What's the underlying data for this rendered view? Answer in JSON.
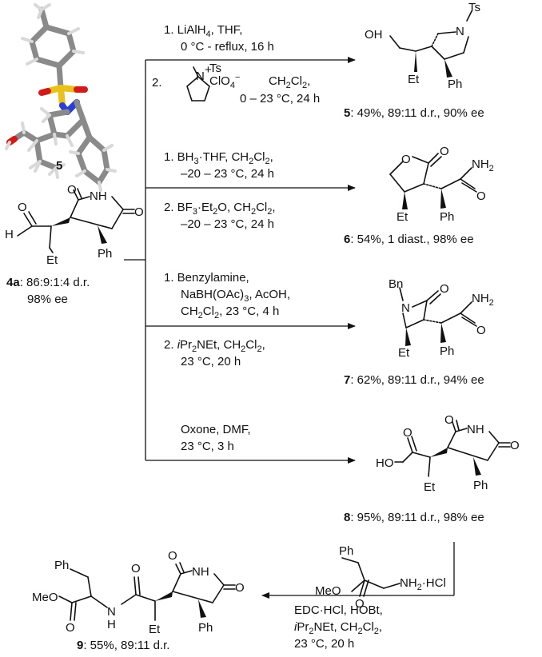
{
  "substrate": {
    "compound": "4a",
    "dr": ": 86:9:1:4 d.r.",
    "ee": "98% ee",
    "atoms": {
      "h": "H",
      "o_aldehyde": "O",
      "o_imide_top": "O",
      "nh": "NH",
      "o_imide_right": "O",
      "et": "Et",
      "ph": "Ph"
    }
  },
  "xray": {
    "label": "5"
  },
  "routes": [
    {
      "conditions_above": [
        "1. LiAlH",
        "4",
        ", THF,",
        "0 °C - reflux, 16 h"
      ],
      "conditions_below": [
        "2.",
        "N",
        "+",
        "Ts",
        "ClO",
        "4",
        "−",
        "CH",
        "2",
        "Cl",
        "2",
        ",",
        "0 – 23 °C, 24 h"
      ],
      "product": {
        "compound": "5",
        "result": ": 49%, 89:11 d.r., 90% ee",
        "atoms": {
          "oh": "OH",
          "n": "N",
          "ts": "Ts",
          "et": "Et",
          "ph": "Ph"
        }
      }
    },
    {
      "conditions_above": [
        "1. BH",
        "3",
        "·THF, CH",
        "2",
        "Cl",
        "2",
        ",",
        "–20 – 23 °C, 24 h"
      ],
      "conditions_below": [
        "2. BF",
        "3",
        "·Et",
        "2",
        "O, CH",
        "2",
        "Cl",
        "2",
        ",",
        "–20 – 23 °C, 24 h"
      ],
      "product": {
        "compound": "6",
        "result": ": 54%, 1 diast., 98% ee",
        "atoms": {
          "o_ring": "O",
          "o_carbonyl": "O",
          "nh2": "NH",
          "nh2_sub": "2",
          "o_amide": "O",
          "et": "Et",
          "ph": "Ph"
        }
      }
    },
    {
      "conditions_above": [
        "1. Benzylamine,",
        "NaBH(OAc)",
        "3",
        ", AcOH,",
        "CH",
        "2",
        "Cl",
        "2",
        ", 23 °C, 4 h"
      ],
      "conditions_below": [
        "2.",
        "i",
        "Pr",
        "2",
        "NEt, CH",
        "2",
        "Cl",
        "2",
        ",",
        "23 °C, 20 h"
      ],
      "product": {
        "compound": "7",
        "result": ": 62%, 89:11 d.r., 94% ee",
        "atoms": {
          "bn": "Bn",
          "n": "N",
          "o_lactam": "O",
          "nh2": "NH",
          "nh2_sub": "2",
          "o_amide": "O",
          "et": "Et",
          "ph": "Ph"
        }
      }
    },
    {
      "conditions_above": [
        "Oxone, DMF,",
        "23 °C, 3 h"
      ],
      "conditions_below": [],
      "product": {
        "compound": "8",
        "result": ": 95%, 89:11 d.r., 98% ee",
        "atoms": {
          "ho": "HO",
          "o_acid": "O",
          "o_imide_top": "O",
          "nh": "NH",
          "o_imide_right": "O",
          "et": "Et",
          "ph": "Ph"
        }
      }
    }
  ],
  "coupling": {
    "reagent_atoms": {
      "ph": "Ph",
      "meo": "MeO",
      "o": "O",
      "nh2hcl": "NH",
      "nh2hcl_sub": "2",
      "nh2hcl_tail": "·HCl"
    },
    "conditions_below": [
      "EDC·HCl, HOBt,",
      "i",
      "Pr",
      "2",
      "NEt, CH",
      "2",
      "Cl",
      "2",
      ",",
      "23 °C, 20 h"
    ],
    "product": {
      "compound": "9",
      "result": ": 55%, 89:11 d.r.",
      "atoms": {
        "ph": "Ph",
        "meo": "MeO",
        "o_ester": "O",
        "nh_amide": "N",
        "h_amide": "H",
        "o_amide": "O",
        "o_imide_top": "O",
        "nh": "NH",
        "o_imide_right": "O",
        "et": "Et",
        "ph2": "Ph"
      }
    }
  },
  "colors": {
    "ink": "#111111",
    "oxygen": "#d11a1a",
    "sulfur": "#e8c21a",
    "nitrogen": "#2b3fd6",
    "carbon": "#8a8a8a",
    "hydrogen": "#d9d9d9"
  }
}
